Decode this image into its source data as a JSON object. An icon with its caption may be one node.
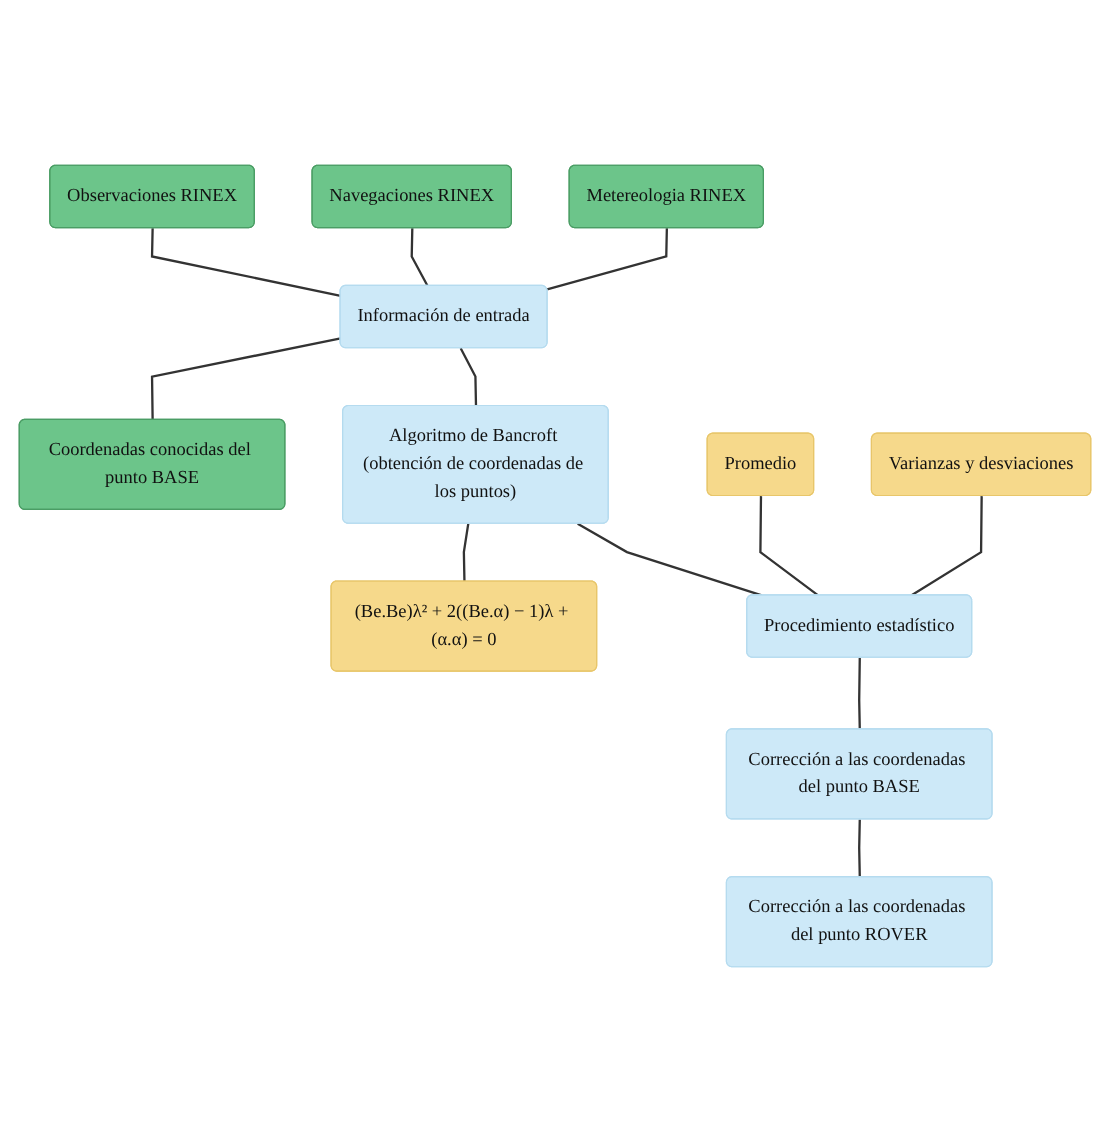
{
  "diagram": {
    "nodes": [
      {
        "text": [
          "Observaciones RINEX"
        ]
      },
      {
        "text": [
          "Navegaciones RINEX"
        ]
      },
      {
        "text": [
          "Metereologia RINEX"
        ]
      },
      {
        "text": [
          "Información de entrada"
        ]
      },
      {
        "text": [
          "Coordenadas conocidas del punto BASE"
        ]
      },
      {
        "text": [
          "Algoritmo de Bancroft (obtención de coordenadas de los puntos)"
        ]
      },
      {
        "text": [
          "(Be.Be)λ² + 2((Be.α) − 1)λ + (α.α) = 0"
        ]
      },
      {
        "text": [
          "Promedio"
        ]
      },
      {
        "text": [
          "Varianzas y desviaciones"
        ]
      },
      {
        "text": [
          "Procedimiento estadístico"
        ]
      },
      {
        "text": [
          "Corrección a las coordenadas del punto BASE"
        ]
      },
      {
        "text": [
          "Corrección a las coordenadas del punto ROVER"
        ]
      }
    ],
    "edges": [
      {
        "from": 0,
        "to": 3,
        "arrow": "none"
      },
      {
        "from": 1,
        "to": 3,
        "arrow": "none"
      },
      {
        "from": 2,
        "to": 3,
        "arrow": "none"
      },
      {
        "from": 3,
        "to": 4,
        "arrow": "none"
      },
      {
        "from": 3,
        "to": 5,
        "arrow": "none"
      },
      {
        "from": 5,
        "to": 6,
        "arrow": "none"
      },
      {
        "from": 7,
        "to": 9,
        "arrow": "none"
      },
      {
        "from": 8,
        "to": 9,
        "arrow": "none"
      },
      {
        "from": 5,
        "to": 9,
        "arrow": "none"
      },
      {
        "from": 9,
        "to": 10,
        "arrow": "none"
      },
      {
        "from": 10,
        "to": 11,
        "arrow": "none"
      }
    ]
  }
}
